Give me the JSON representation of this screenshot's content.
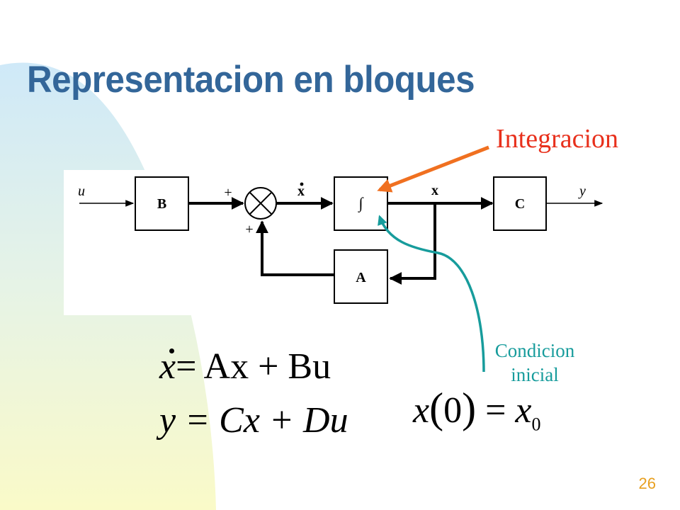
{
  "slide": {
    "title": "Representacion en bloques",
    "page_number": "26"
  },
  "colors": {
    "title": "#336699",
    "integration_label": "#e8301c",
    "integration_arrow": "#f07020",
    "initial_condition": "#179c9c",
    "page_number": "#e8a020",
    "bg_top": "#cfe9f8",
    "bg_bottom": "#fafac8"
  },
  "diagram": {
    "input_label": "u",
    "output_label": "y",
    "block_b": "B",
    "block_a": "A",
    "block_c": "C",
    "integrator_symbol": "∫",
    "sum_sign_top": "+",
    "sum_sign_bottom": "+",
    "xdot_label": "x",
    "x_label": "x"
  },
  "annotations": {
    "integration": "Integracion",
    "initial_condition_line1": "Condicion",
    "initial_condition_line2": "inicial"
  },
  "equations": {
    "state": {
      "dot_var": "x",
      "rhs": "= Ax + Bu"
    },
    "output": "y = Cx + Du",
    "initial": {
      "lhs": "x",
      "arg": "0",
      "rhs_var": "x",
      "rhs_sub": "0"
    }
  }
}
